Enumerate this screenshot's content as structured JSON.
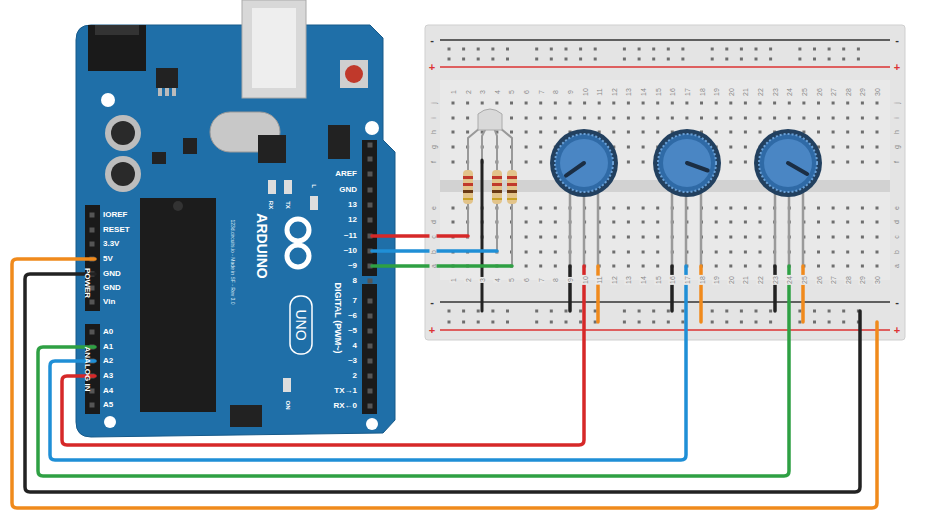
{
  "diagram": {
    "labels": [
      "IOREF",
      "RESET",
      "3.3V",
      "5V",
      "GND",
      "GND",
      "Vin",
      "POWER",
      "A0",
      "A1",
      "A2",
      "A3",
      "A4",
      "A5",
      "ANALOG IN",
      "AREF",
      "GND",
      "13",
      "12",
      "~11",
      "~10",
      "~9",
      "8",
      "7",
      "~6",
      "~5",
      "4",
      "~3",
      "2",
      "TX→1",
      "RX←0",
      "DIGITAL (PWM~)",
      "ARDUINO",
      "UNO",
      "RX",
      "TX",
      "L",
      "ON",
      "123d.circuits.io - Made in SF - Rev 3.0",
      "1",
      "2",
      "3",
      "4",
      "5",
      "6",
      "7",
      "8",
      "9",
      "10",
      "11",
      "12",
      "13",
      "14",
      "15",
      "16",
      "17",
      "18",
      "19",
      "20",
      "21",
      "22",
      "23",
      "24",
      "25",
      "26",
      "27",
      "28",
      "29",
      "30",
      "1",
      "2",
      "3",
      "4",
      "5",
      "6",
      "7",
      "8",
      "9",
      "10",
      "11",
      "12",
      "13",
      "14",
      "15",
      "16",
      "17",
      "18",
      "19",
      "20",
      "21",
      "22",
      "23",
      "24",
      "25",
      "26",
      "27",
      "28",
      "29",
      "30",
      "j",
      "i",
      "h",
      "g",
      "f",
      "e",
      "d",
      "c",
      "b",
      "a",
      "j",
      "i",
      "h",
      "g",
      "f",
      "e",
      "d",
      "c",
      "b",
      "a",
      "-",
      "+",
      "-",
      "+",
      "-",
      "+",
      "-",
      "+"
    ]
  }
}
